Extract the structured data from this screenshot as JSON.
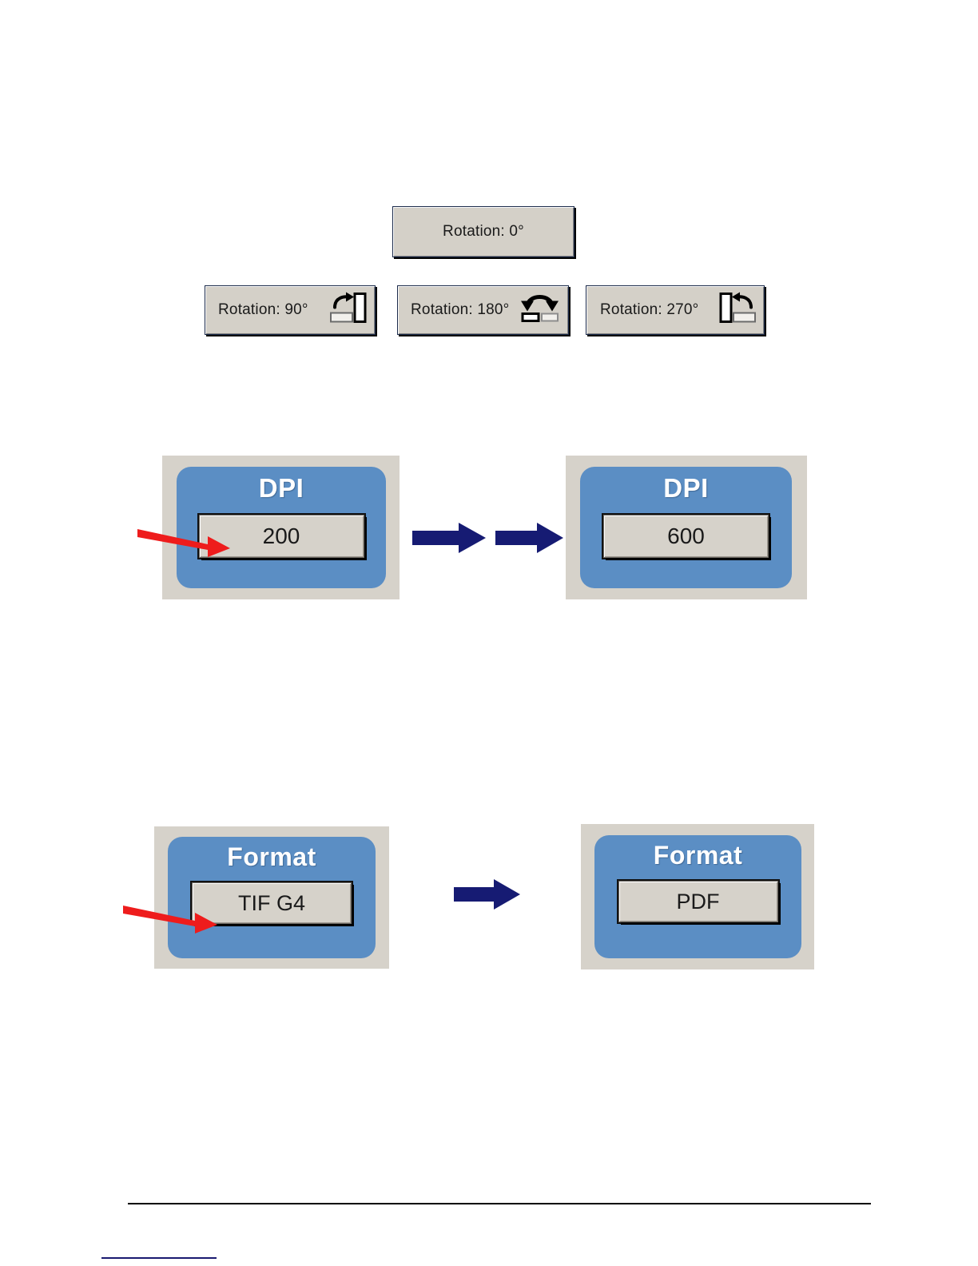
{
  "rotation_buttons": [
    {
      "label": "Rotation: 0°",
      "icon": "none"
    },
    {
      "label": "Rotation: 90°",
      "icon": "rotate-90-icon"
    },
    {
      "label": "Rotation: 180°",
      "icon": "rotate-180-icon"
    },
    {
      "label": "Rotation: 270°",
      "icon": "rotate-270-icon"
    }
  ],
  "dpi_row": {
    "before": {
      "title": "DPI",
      "value": "200"
    },
    "after": {
      "title": "DPI",
      "value": "600"
    },
    "arrows": [
      "right-arrow-icon",
      "right-arrow-icon"
    ],
    "callout": "red-pointer-arrow-icon"
  },
  "format_row": {
    "before": {
      "title": "Format",
      "value": "TIF G4"
    },
    "after": {
      "title": "Format",
      "value": "PDF"
    },
    "arrows": [
      "right-arrow-icon"
    ],
    "callout": "red-pointer-arrow-icon"
  },
  "colors": {
    "panel_blue": "#5b8ec4",
    "panel_gray": "#d6d2ca",
    "button_face": "#d4d0c8",
    "arrow_navy": "#161b73",
    "callout_red": "#ee1c1c",
    "footer_rule": "#000000",
    "footnote_rule": "#1a1a70"
  }
}
